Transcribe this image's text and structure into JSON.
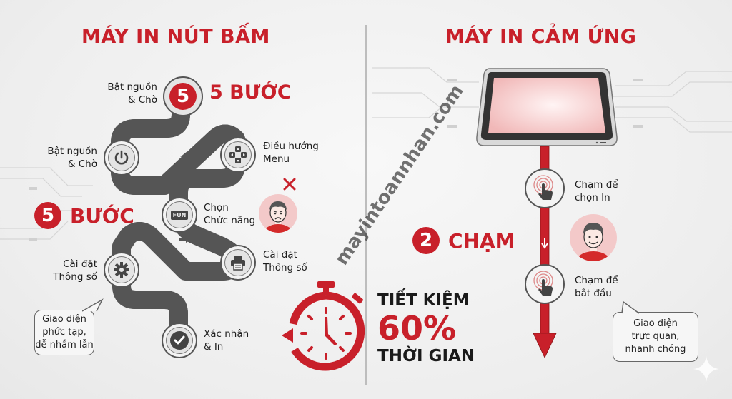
{
  "left": {
    "title": "MÁY IN NÚT BẤM",
    "step_count_badge": "5",
    "step_count_label": "5 BƯỚC",
    "side_badge": "5",
    "side_label": "BƯỚC",
    "steps": [
      {
        "label_line1": "Bật nguồn",
        "label_line2": "& Chờ",
        "icon": "number-5-badge"
      },
      {
        "label_line1": "Bật nguồn",
        "label_line2": "& Chờ",
        "icon": "power-icon"
      },
      {
        "label_line1": "Điều hướng",
        "label_line2": "Menu",
        "icon": "dpad-icon"
      },
      {
        "label_line1": "Chọn",
        "label_line2": "Chức năng",
        "icon": "fun-key-icon",
        "icon_text": "FUN"
      },
      {
        "label_line1": "Cài đặt",
        "label_line2": "Thông số",
        "icon": "printer-icon"
      },
      {
        "label_line1": "Cài đặt",
        "label_line2": "Thông số",
        "icon": "gear-icon"
      },
      {
        "label_line1": "Xác nhận",
        "label_line2": "& In",
        "icon": "check-icon"
      }
    ],
    "bubble": {
      "line1": "Giao diện",
      "line2": "phức tạp,",
      "line3": "dễ nhầm lẫn"
    },
    "avatar_mood": "sad-face-icon"
  },
  "right": {
    "title": "MÁY IN CẢM ỨNG",
    "step_count_badge": "2",
    "step_count_label": "CHẠM",
    "steps": [
      {
        "label_line1": "Chạm để",
        "label_line2": "chọn In",
        "icon": "tap-hand-icon"
      },
      {
        "label_line1": "Chạm để",
        "label_line2": "bắt đầu",
        "icon": "tap-hand-icon"
      }
    ],
    "bubble": {
      "line1": "Giao diện",
      "line2": "trực quan,",
      "line3": "nhanh chóng"
    },
    "avatar_mood": "happy-face-icon"
  },
  "stat": {
    "line1": "TIẾT KIỆM",
    "value": "60%",
    "line3": "THỜI GIAN",
    "icon": "stopwatch-icon"
  },
  "watermark": "mayintoannhan.com",
  "colors": {
    "accent_red": "#c8202a",
    "background": "#f1f1f1",
    "path_gray": "#d9d9d9",
    "outline_dark": "#555555",
    "screen_pink": "#f4c3c3"
  }
}
